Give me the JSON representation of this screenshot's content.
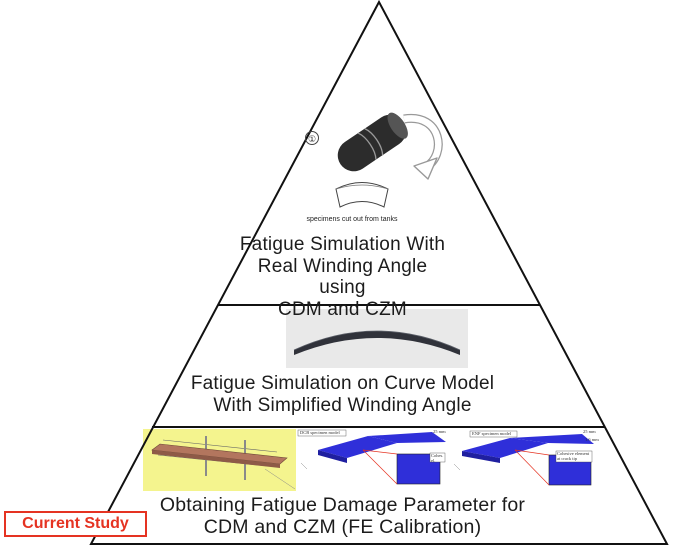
{
  "tiers": [
    {
      "id": "top",
      "lines": [
        "Fatigue Simulation With",
        "Real Winding Angle using",
        "CDM and CZM"
      ]
    },
    {
      "id": "middle",
      "lines": [
        "Fatigue Simulation on Curve Model",
        "With Simplified Winding Angle"
      ]
    },
    {
      "id": "bottom",
      "lines": [
        "Obtaining Fatigue Damage Parameter for",
        "CDM and CZM (FE Calibration)"
      ]
    }
  ],
  "top_illustration": {
    "step_number": "①",
    "caption": "specimens cut out from tanks"
  },
  "bottom_models": {
    "dcb_label": "DCB specimen model",
    "enf_label": "ENF specimen model",
    "dcb_dim": "25 mm",
    "enf_dim": "25 mm",
    "enf_dim2": "1.6 mm",
    "dcb_cohesive": "Cohes. el.",
    "enf_cohesive": "Cohesive element at crack tip"
  },
  "badge": {
    "label": "Current Study",
    "color": "#e53322"
  },
  "colors": {
    "highlight": "#f2f27a",
    "model_blue": "#2f2fd9",
    "beam_brown": "#b3765e"
  }
}
